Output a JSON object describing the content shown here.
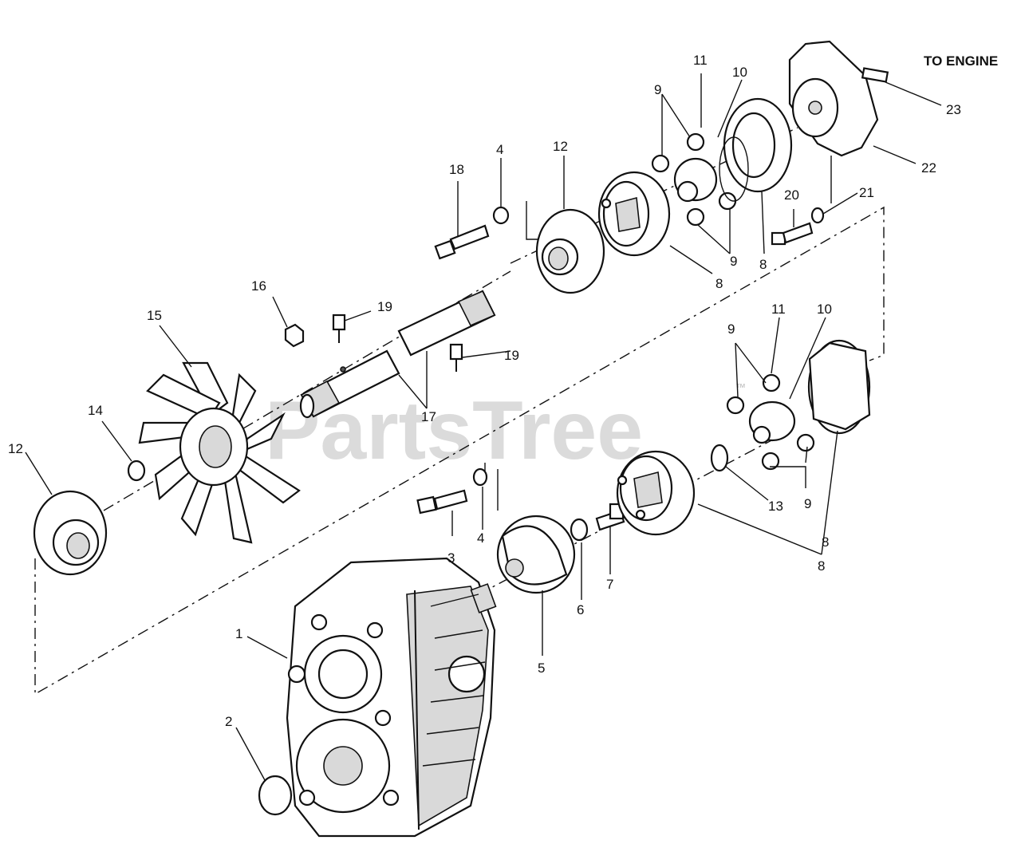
{
  "diagram": {
    "direction_label": "TO ENGINE",
    "watermark": "PartsTree",
    "watermark_mark": "™",
    "callouts": {
      "c1": "1",
      "c2": "2",
      "c3": "3",
      "c4a": "4",
      "c4b": "4",
      "c5": "5",
      "c6": "6",
      "c7": "7",
      "c8a": "8",
      "c8b": "8",
      "c8c": "8",
      "c8d": "8",
      "c9a": "9",
      "c9b": "9",
      "c9c": "9",
      "c9d": "9",
      "c10a": "10",
      "c10b": "10",
      "c11a": "11",
      "c11b": "11",
      "c12a": "12",
      "c12b": "12",
      "c13": "13",
      "c14": "14",
      "c15": "15",
      "c16": "16",
      "c17": "17",
      "c18": "18",
      "c19a": "19",
      "c19b": "19",
      "c20": "20",
      "c21": "21",
      "c22": "22",
      "c23": "23"
    }
  }
}
